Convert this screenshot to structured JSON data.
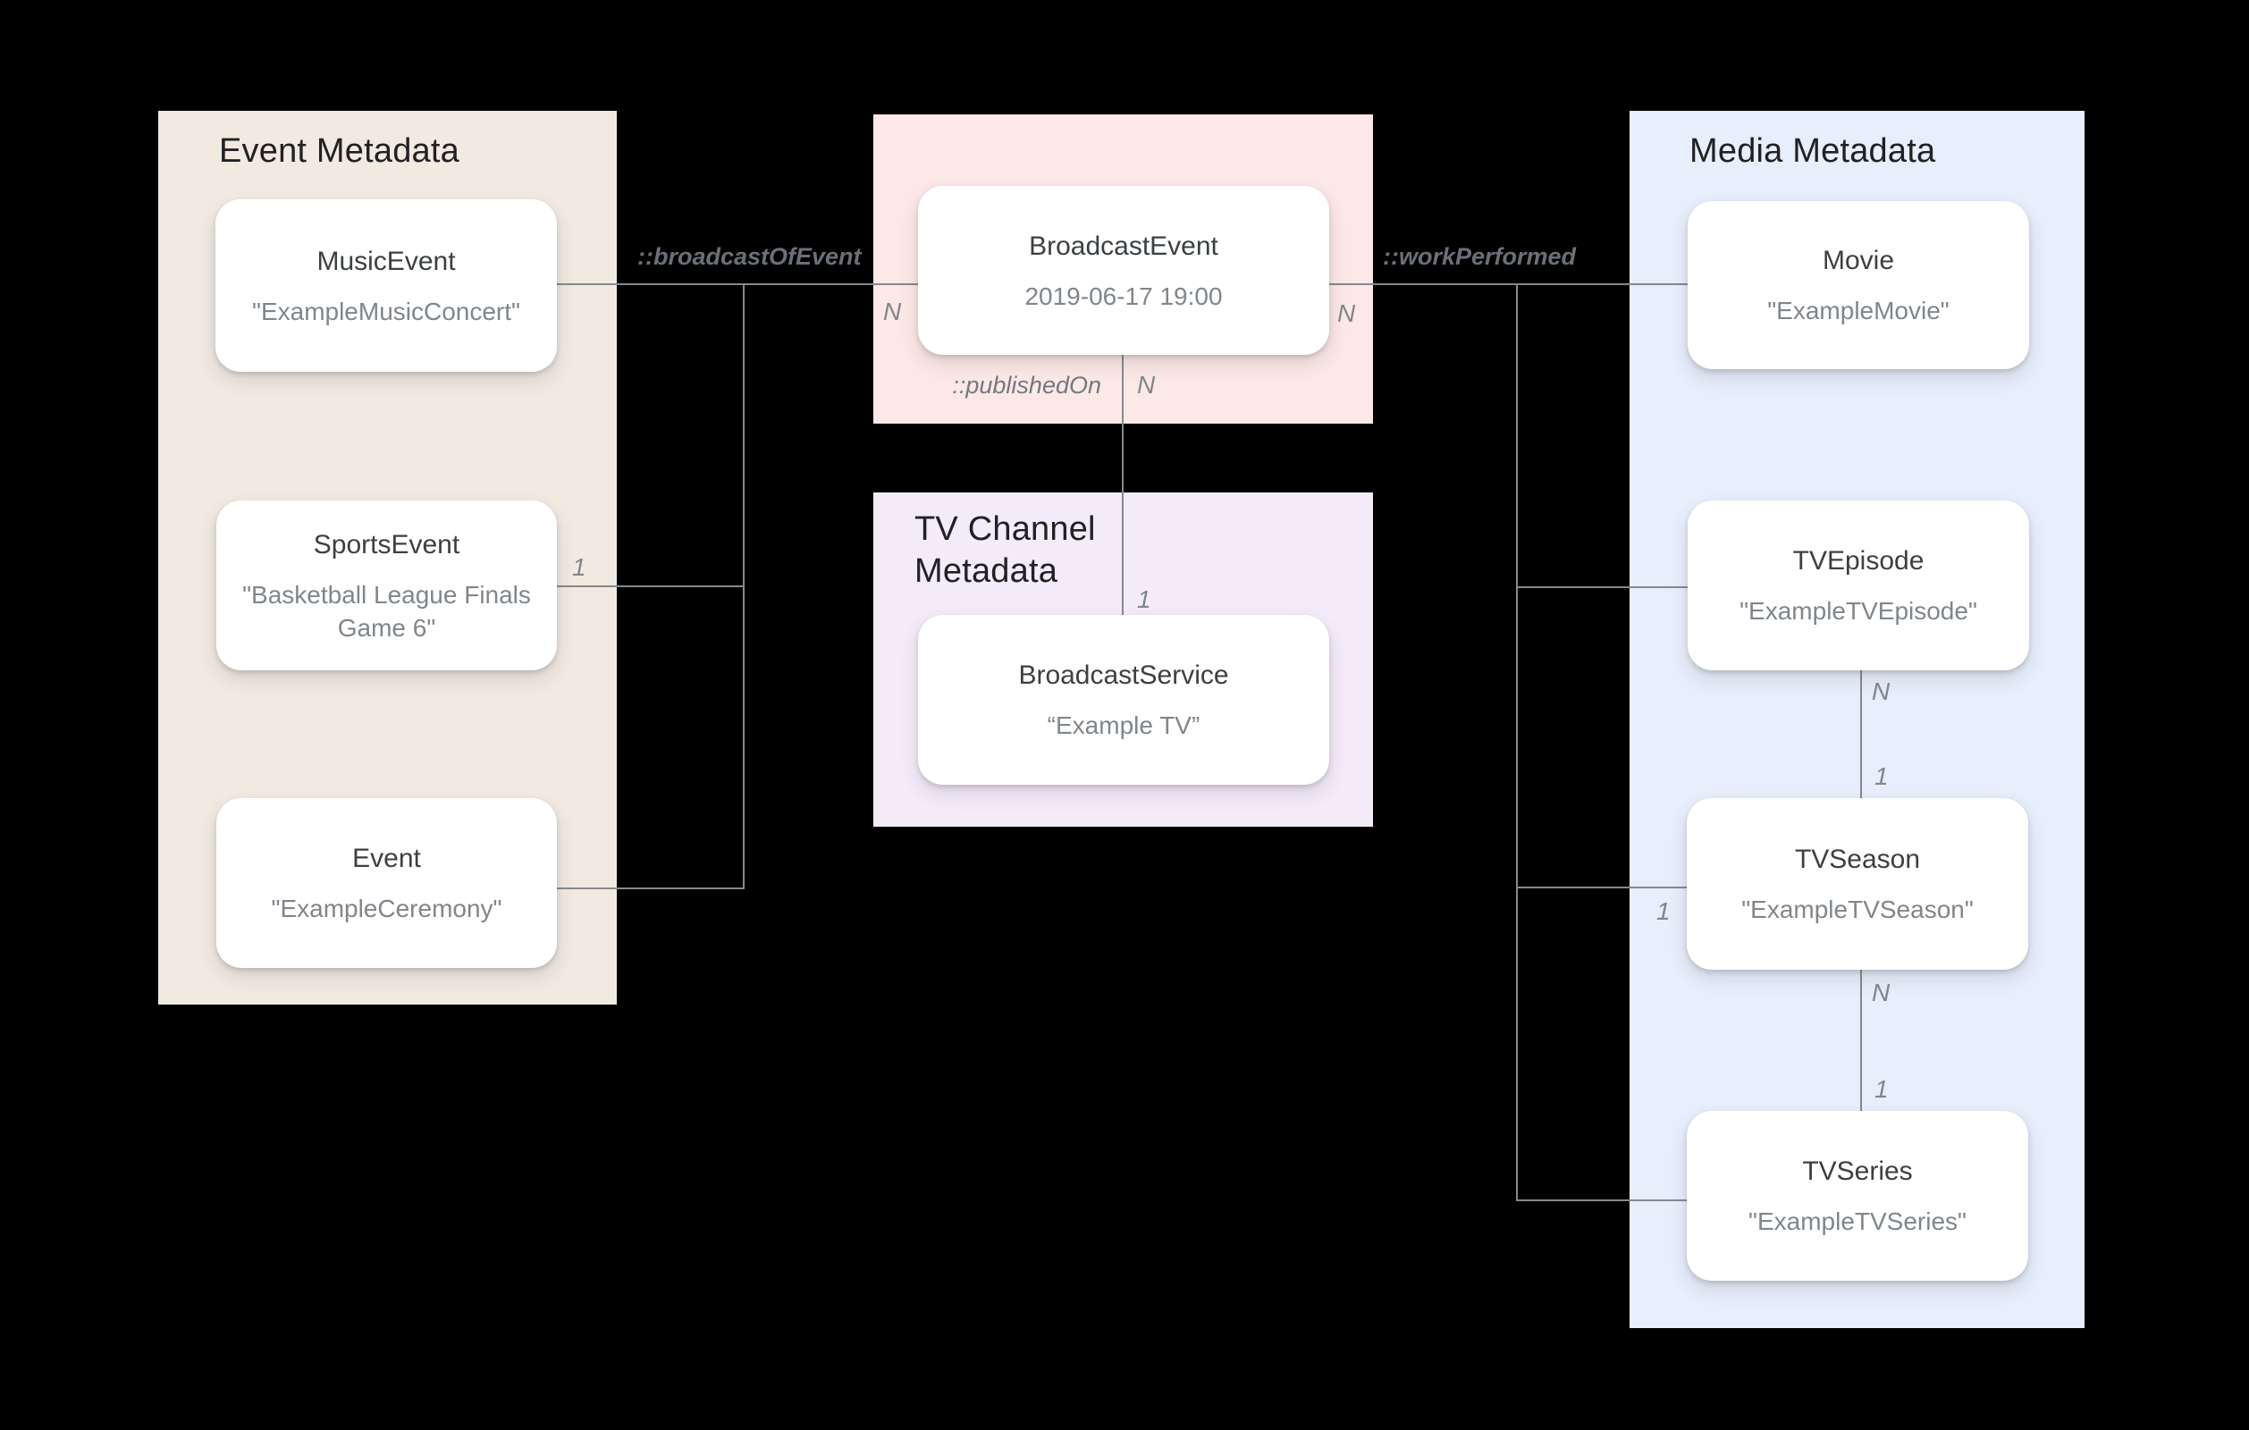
{
  "diagram": {
    "background_color": "#000000",
    "line_color": "#85898E",
    "panels": {
      "event": {
        "title": "Event Metadata",
        "color": "#F2E9E1"
      },
      "broadcast": {
        "color": "#FCE8E6"
      },
      "tv_channel": {
        "title": "TV Channel Metadata",
        "color": "#F4EBFA"
      },
      "media": {
        "title": "Media Metadata",
        "color": "#E7EEFC"
      }
    },
    "nodes": {
      "music_event": {
        "title": "MusicEvent",
        "value": "\"ExampleMusicConcert\""
      },
      "sports_event": {
        "title": "SportsEvent",
        "value": "\"Basketball League Finals Game 6\""
      },
      "event": {
        "title": "Event",
        "value": "\"ExampleCeremony\""
      },
      "broadcast_event": {
        "title": "BroadcastEvent",
        "value": "2019-06-17 19:00"
      },
      "broadcast_service": {
        "title": "BroadcastService",
        "value": "“Example TV”"
      },
      "movie": {
        "title": "Movie",
        "value": "\"ExampleMovie\""
      },
      "tv_episode": {
        "title": "TVEpisode",
        "value": "\"ExampleTVEpisode\""
      },
      "tv_season": {
        "title": "TVSeason",
        "value": "\"ExampleTVSeason\""
      },
      "tv_series": {
        "title": "TVSeries",
        "value": "\"ExampleTVSeries\""
      }
    },
    "relationships": {
      "broadcast_of_event": "::broadcastOfEvent",
      "published_on": "::publishedOn",
      "work_performed": "::workPerformed"
    },
    "cardinalities": {
      "broadcast_of_event_n": "N",
      "sports_event_1": "1",
      "published_on_n": "N",
      "published_on_1": "1",
      "work_performed_n": "N",
      "tv_season_1": "1",
      "episode_season_n": "N",
      "episode_season_1": "1",
      "season_series_n": "N",
      "season_series_1": "1"
    }
  }
}
